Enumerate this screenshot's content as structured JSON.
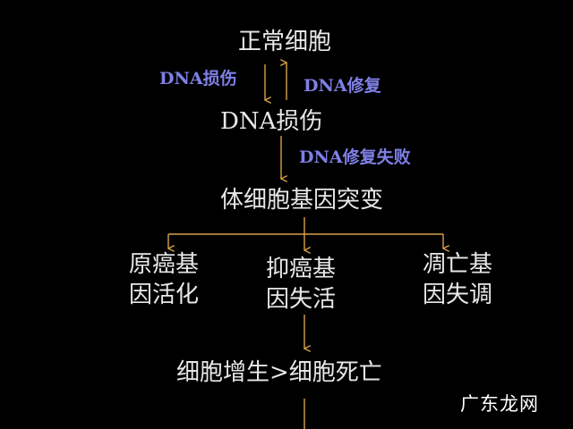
{
  "colors": {
    "background": "#000000",
    "node_text": "#e8e8e8",
    "edge_label_text": "#7f80e6",
    "arrow": "#d9a04a",
    "watermark": "#ffffff"
  },
  "nodes": {
    "normal_cell": "正常细胞",
    "dna_damage": "DNA损伤",
    "somatic_mutation": "体细胞基因突变",
    "oncogene_line1": "原癌基",
    "oncogene_line2": "因活化",
    "suppressor_line1": "抑癌基",
    "suppressor_line2": "因失活",
    "apoptosis_line1": "凋亡基",
    "apoptosis_line2": "因失调",
    "outcome": "细胞增生>细胞死亡"
  },
  "edge_labels": {
    "dna_damage_left": "DNA损伤",
    "dna_repair_right": "DNA修复",
    "dna_repair_failure": "DNA修复失败"
  },
  "watermark": "广东龙网"
}
